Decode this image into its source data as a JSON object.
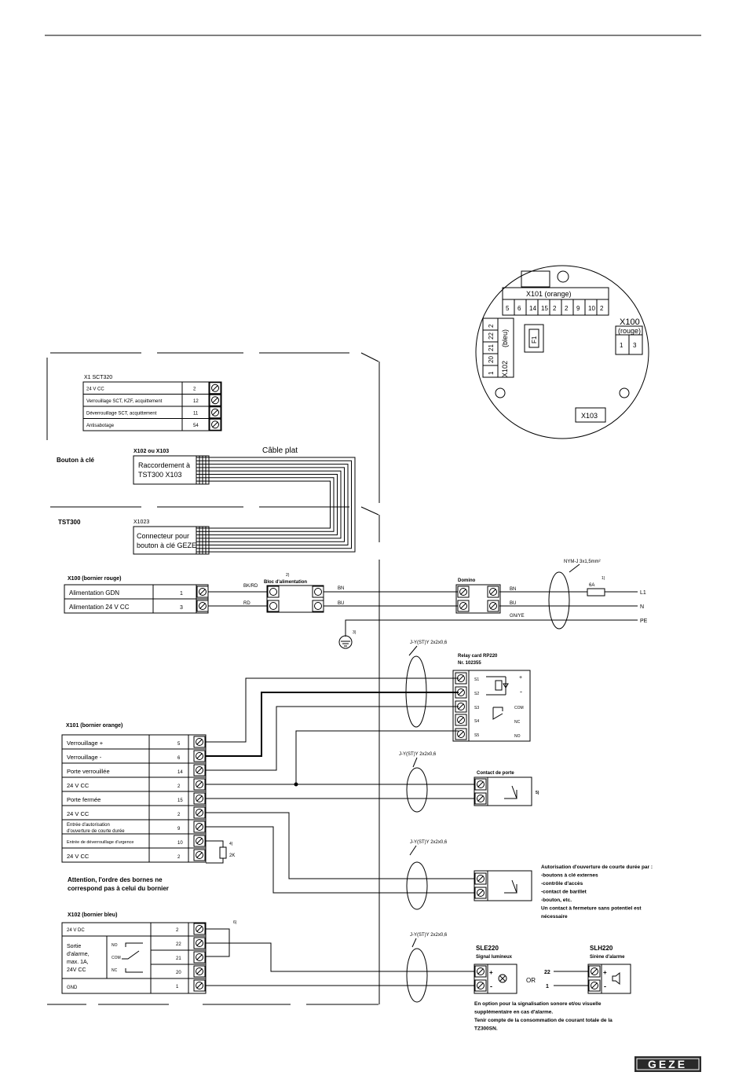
{
  "logo": "GEZE",
  "x1": {
    "header": "X1 SCT320",
    "rows": [
      {
        "label": "24 V CC",
        "num": "2"
      },
      {
        "label": "Verrouillage SCT, KZF, acquittement",
        "num": "12"
      },
      {
        "label": "Déverrouillage SCT, acquittement",
        "num": "11"
      },
      {
        "label": "Antisabotage",
        "num": "54"
      }
    ]
  },
  "key_button": {
    "section": "Bouton à clé",
    "conn_label": "X102 ou X103",
    "cable_label": "Câble plat",
    "box_line1": "Raccordement à",
    "box_line2": "TST300   X103"
  },
  "tst300": {
    "section": "TST300",
    "conn_label": "X1023",
    "box_line1": "Connecteur pour",
    "box_line2": "bouton à clé GEZE"
  },
  "board": {
    "x101_label": "X101  (orange)",
    "x101_pins": [
      "5",
      "6",
      "14",
      "15",
      "2",
      "2",
      "9",
      "10",
      "2"
    ],
    "x100_label": "X100",
    "x100_sub": "(rouge)",
    "x100_pins": [
      "1",
      "3"
    ],
    "x102_label": "X102",
    "x102_sub": "(bleu)",
    "x102_pins": [
      "2",
      "22",
      "21",
      "20",
      "1"
    ],
    "f1": "F1",
    "x103": "X103"
  },
  "x100": {
    "header": "X100  (bornier rouge)",
    "rows": [
      {
        "label": "Alimentation GDN",
        "num": "1"
      },
      {
        "label": "Alimentation 24 V CC",
        "num": "3"
      }
    ]
  },
  "power": {
    "note2": "2)",
    "bloc": "Bloc d'alimentation",
    "bkrd": "BK/RD",
    "rd": "RD",
    "bn1": "BN",
    "bu1": "BU",
    "note3": "3)",
    "domino": "Domino",
    "bn2": "BN",
    "bu2": "BU",
    "gnye": "GN/YE",
    "cable": "NYM-J 3x1,5mm²",
    "note1": "1)",
    "fuse": "6A",
    "l1": "L1",
    "n": "N",
    "pe": "PE"
  },
  "x101": {
    "header": "X101 (bornier orange)",
    "rows": [
      {
        "label": "Verrouillage +",
        "num": "5"
      },
      {
        "label": "Verrouillage -",
        "num": "6"
      },
      {
        "label": "Porte verrouillée",
        "num": "14"
      },
      {
        "label": "24 V CC",
        "num": "2"
      },
      {
        "label": "Porte fermée",
        "num": "15"
      },
      {
        "label": "24 V CC",
        "num": "2"
      },
      {
        "label": "Entrée d'autorisation d'ouverture de courte durée",
        "num": "9"
      },
      {
        "label": "Entrée de déverrouillage d'urgence",
        "num": "10"
      },
      {
        "label": "24 V CC",
        "num": "2"
      }
    ],
    "row7_line1": "Entrée d'autorisation",
    "row7_line2": "d'ouverture de courte durée",
    "note4": "4)",
    "resistor": "2K",
    "warning_line1": "Attention, l'ordre des bornes ne",
    "warning_line2": "correspond pas à celui du bornier"
  },
  "relay": {
    "cable": "J-Y(ST)Y 2x2x0,6",
    "title": "Relay card RP220",
    "nr": "Nr. 102355",
    "pins": [
      "S1",
      "S2",
      "S3",
      "S4",
      "S5"
    ],
    "plus": "+",
    "minus": "-",
    "com": "COM",
    "nc": "NC",
    "no": "NO"
  },
  "door_contact": {
    "cable": "J-Y(ST)Y 2x2x0,6",
    "title": "Contact de porte",
    "note5": "5)"
  },
  "short_open": {
    "cable": "J-Y(ST)Y 2x2x0,6",
    "lines": [
      "Autorisation d'ouverture de courte durée par :",
      "-boutons à clé externes",
      "-contrôle d'accès",
      "-contact de barillet",
      "-bouton, etc.",
      "Un contact à fermeture sans potentiel est",
      "nécessaire"
    ]
  },
  "x102": {
    "header": "X102 (bornier bleu)",
    "row1_label": "24 V DC",
    "pins": [
      "2",
      "22",
      "21",
      "20",
      "1"
    ],
    "alarm_line1": "Sortie",
    "alarm_line2": "d'alarme,",
    "alarm_line3": "max. 1A,",
    "alarm_line4": "24V CC",
    "no": "NO",
    "com": "COM",
    "nc": "NC",
    "gnd": "GND",
    "note6": "6)"
  },
  "alarm": {
    "cable": "J-Y(ST)Y 2x2x0,6",
    "sle_title": "SLE220",
    "sle_sub": "Signal lumineux",
    "or": "OR",
    "slh_title": "SLH220",
    "slh_sub": "Sirène d'alarme",
    "p22": "22",
    "p1": "1",
    "plus": "+",
    "minus": "-",
    "note_lines": [
      "En option pour la signalisation sonore et/ou visuelle",
      "supplémentaire en cas d'alarme.",
      "Tenir compte de la consommation de courant totale de la",
      "TZ300SN."
    ]
  }
}
